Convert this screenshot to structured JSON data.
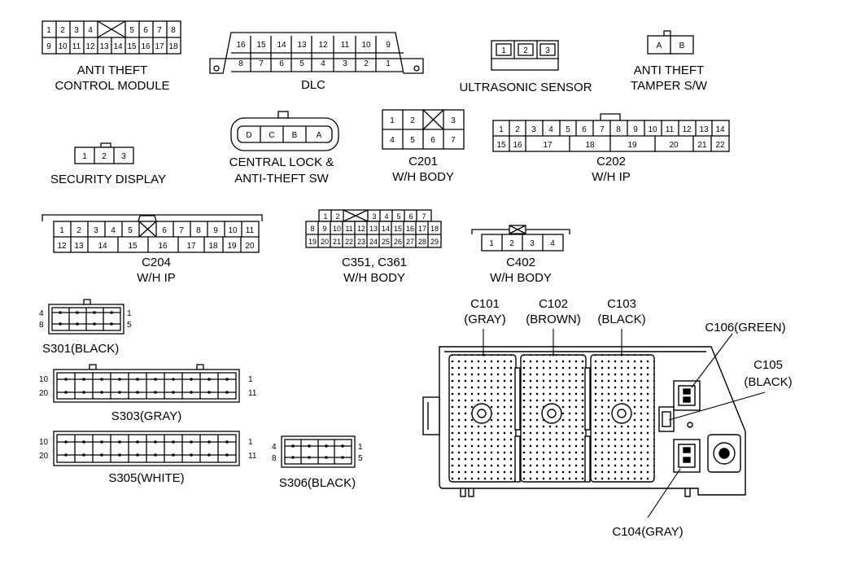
{
  "connectors": {
    "anti_theft_module": {
      "label_line1": "ANTI THEFT",
      "label_line2": "CONTROL MODULE",
      "top_pins": [
        "1",
        "2",
        "3",
        "4",
        "5",
        "6",
        "7",
        "8"
      ],
      "bottom_pins": [
        "9",
        "10",
        "11",
        "12",
        "13",
        "14",
        "15",
        "16",
        "17",
        "18"
      ]
    },
    "dlc": {
      "label": "DLC",
      "top_pins": [
        "16",
        "15",
        "14",
        "13",
        "12",
        "11",
        "10",
        "9"
      ],
      "bottom_pins": [
        "8",
        "7",
        "6",
        "5",
        "4",
        "3",
        "2",
        "1"
      ]
    },
    "ultrasonic": {
      "label": "ULTRASONIC SENSOR",
      "pins": [
        "1",
        "2",
        "3"
      ]
    },
    "tamper_switch": {
      "label_line1": "ANTI THEFT",
      "label_line2": "TAMPER S/W",
      "pins": [
        "A",
        "B"
      ]
    },
    "security_display": {
      "label": "SECURITY DISPLAY",
      "pins": [
        "1",
        "2",
        "3"
      ]
    },
    "central_lock": {
      "label_line1": "CENTRAL LOCK &",
      "label_line2": "ANTI-THEFT SW",
      "pins": [
        "D",
        "C",
        "B",
        "A"
      ]
    },
    "c201": {
      "label_line1": "C201",
      "label_line2": "W/H BODY",
      "top_pins": [
        "1",
        "2",
        "3"
      ],
      "bottom_pins": [
        "4",
        "5",
        "6",
        "7"
      ]
    },
    "c202": {
      "label_line1": "C202",
      "label_line2": "W/H IP",
      "top_pins": [
        "1",
        "2",
        "3",
        "4",
        "5",
        "6",
        "7",
        "8",
        "9",
        "10",
        "11",
        "12",
        "13",
        "14"
      ],
      "bottom_pins": [
        "15",
        "16",
        "17",
        "18",
        "19",
        "20",
        "21",
        "22"
      ]
    },
    "c204": {
      "label_line1": "C204",
      "label_line2": "W/H IP",
      "top_pins": [
        "1",
        "2",
        "3",
        "4",
        "5",
        "6",
        "7",
        "8",
        "9",
        "10",
        "11"
      ],
      "bottom_pins": [
        "12",
        "13",
        "14",
        "15",
        "16",
        "17",
        "18",
        "19",
        "20"
      ]
    },
    "c351": {
      "label_line1": "C351, C361",
      "label_line2": "W/H BODY",
      "top_pins": [
        "1",
        "2",
        "3",
        "4",
        "5",
        "6",
        "7"
      ],
      "mid_pins": [
        "8",
        "9",
        "10",
        "11",
        "12",
        "13",
        "14",
        "15",
        "16",
        "17",
        "18"
      ],
      "bottom_pins": [
        "19",
        "20",
        "21",
        "22",
        "23",
        "24",
        "25",
        "26",
        "27",
        "28",
        "29"
      ]
    },
    "c402": {
      "label_line1": "C402",
      "label_line2": "W/H BODY",
      "pins": [
        "1",
        "2",
        "3",
        "4"
      ]
    }
  },
  "splices": {
    "s301": {
      "label": "S301(BLACK)",
      "end_labels": [
        "4",
        "8",
        "1",
        "5"
      ]
    },
    "s303": {
      "label": "S303(GRAY)",
      "end_labels": [
        "10",
        "20",
        "1",
        "11"
      ]
    },
    "s305": {
      "label": "S305(WHITE)",
      "end_labels": [
        "10",
        "20",
        "1",
        "11"
      ]
    },
    "s306": {
      "label": "S306(BLACK)",
      "end_labels": [
        "4",
        "8",
        "1",
        "5"
      ]
    }
  },
  "junction_block": {
    "c101_line1": "C101",
    "c101_line2": "(GRAY)",
    "c102_line1": "C102",
    "c102_line2": "(BROWN)",
    "c103_line1": "C103",
    "c103_line2": "(BLACK)",
    "c106": "C106(GREEN)",
    "c105_line1": "C105",
    "c105_line2": "(BLACK)",
    "c104": "C104(GRAY)"
  }
}
